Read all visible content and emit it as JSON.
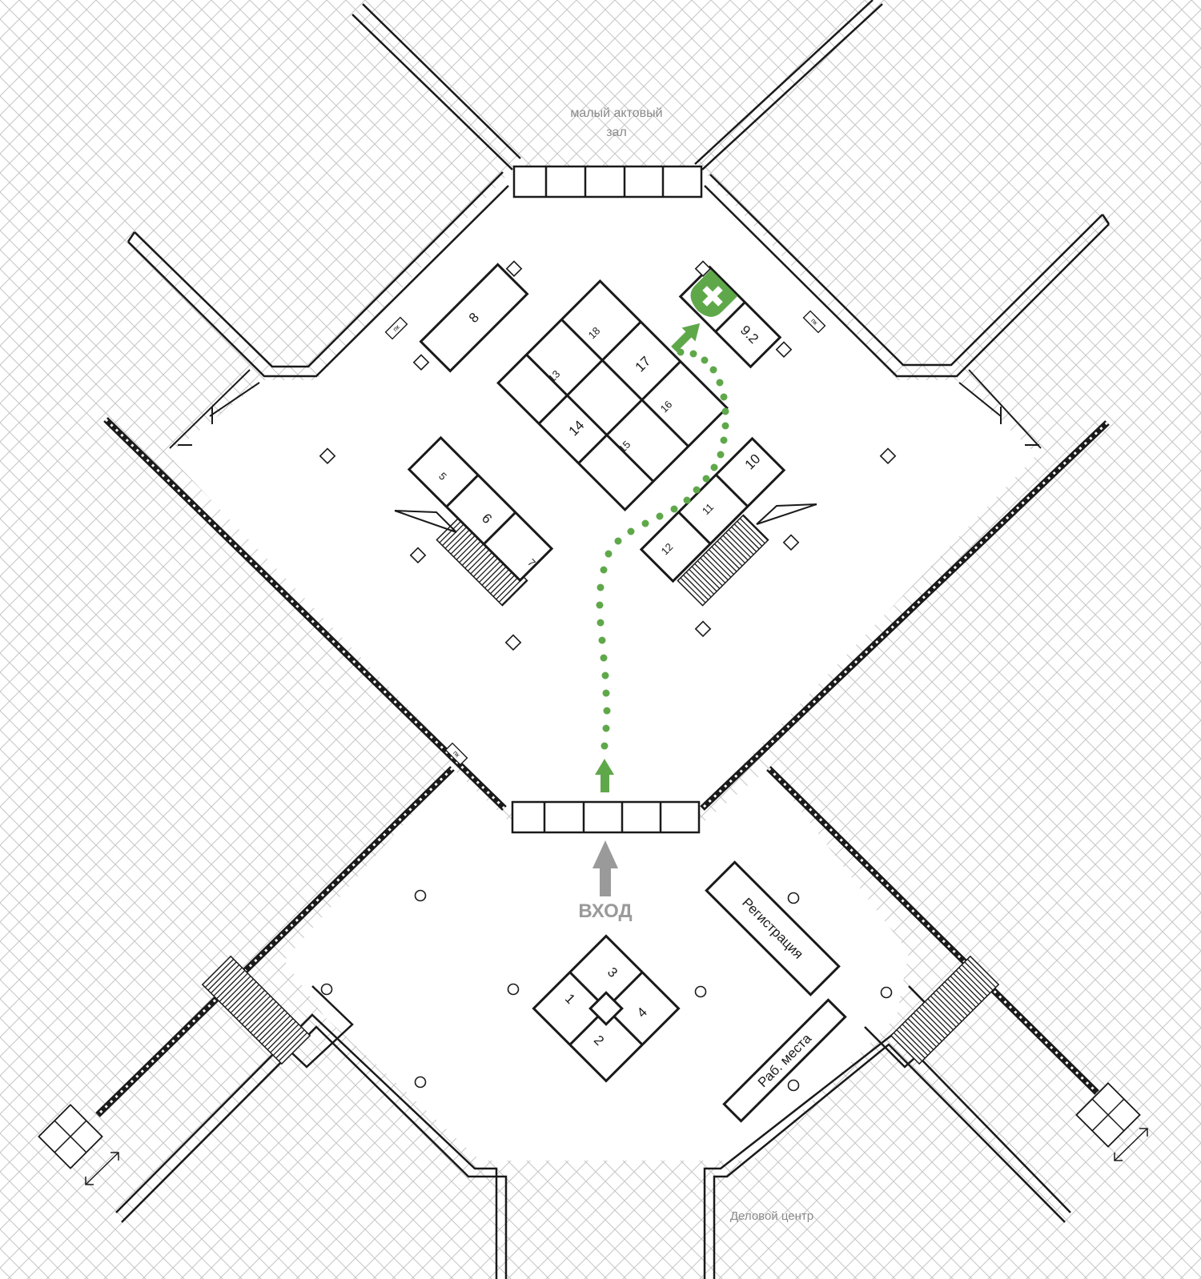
{
  "labels": {
    "small_hall_line1": "малый актовый",
    "small_hall_line2": "зал",
    "entrance": "ВХОД",
    "business_center": "Деловой центр",
    "registration": "Регистрация",
    "workplaces": "Раб. места",
    "fire_cabinet": "пк"
  },
  "booths": {
    "b1": "1",
    "b2": "2",
    "b3": "3",
    "b4": "4",
    "b5": "5",
    "b6": "6",
    "b7": "7",
    "b8": "8",
    "b9_2": "9.2",
    "b10": "10",
    "b11": "11",
    "b12": "12",
    "b13": "13",
    "b14": "14",
    "b15": "15",
    "b16": "16",
    "b17": "17",
    "b18": "18"
  },
  "colors": {
    "route": "#5fa84a",
    "entrance_arrow": "#9a9a9a",
    "grid": "#c8c8c8",
    "walls": "#1a1a1a"
  },
  "icons": {
    "destination_marker": "cross-shield-icon",
    "entrance_arrow": "arrow-up-icon",
    "route_arrow": "arrow-up-icon",
    "door_swing": "double-arrow-icon"
  }
}
